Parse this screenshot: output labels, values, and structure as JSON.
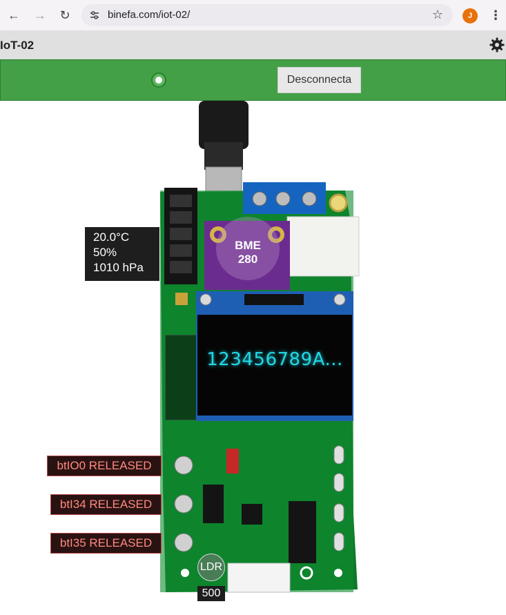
{
  "browser": {
    "url": "binefa.com/iot-02/",
    "profile_initial": "J"
  },
  "app": {
    "title": "IoT-02",
    "disconnect_label": "Desconnecta"
  },
  "sensor": {
    "temperature": "20.0°C",
    "humidity": "50%",
    "pressure": "1010 hPa"
  },
  "bme": {
    "line1": "BME",
    "line2": "280"
  },
  "oled": {
    "text": "123456789A..."
  },
  "buttons": [
    {
      "label": "btIO0 RELEASED"
    },
    {
      "label": "btI34 RELEASED"
    },
    {
      "label": "btI35 RELEASED"
    }
  ],
  "ldr": {
    "label": "LDR",
    "value": "500"
  },
  "colors": {
    "connect_bar": "#43a047",
    "button_label_text": "#ff8a80",
    "oled_text": "#23d7e4"
  }
}
